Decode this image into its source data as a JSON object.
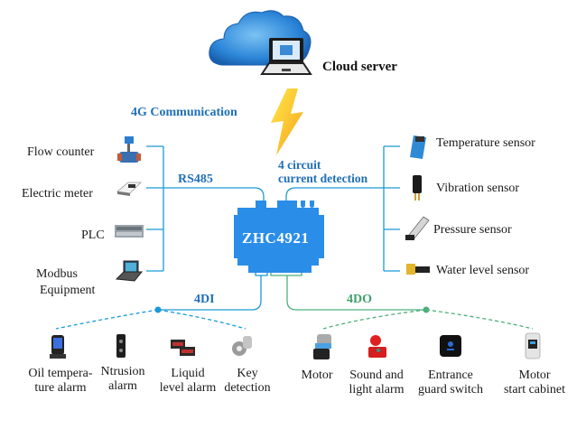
{
  "cloud": {
    "label": "Cloud server",
    "icon": "cloud-laptop-icon"
  },
  "link": {
    "label": "4G Communication",
    "icon": "lightning-icon"
  },
  "device": {
    "name": "ZHC4921",
    "color": "#2a8de8"
  },
  "rs485": {
    "label": "RS485",
    "items": [
      {
        "label": "Flow counter",
        "icon": "flow-counter-icon"
      },
      {
        "label": "Electric meter",
        "icon": "electric-meter-icon"
      },
      {
        "label": "PLC",
        "icon": "plc-icon"
      },
      {
        "label_line1": "Modbus",
        "label_line2": "Equipment",
        "icon": "modbus-equipment-icon"
      }
    ]
  },
  "current": {
    "label_line1": "4 circuit",
    "label_line2": "current detection",
    "items": [
      {
        "label": "Temperature sensor",
        "icon": "temperature-sensor-icon"
      },
      {
        "label": "Vibration sensor",
        "icon": "vibration-sensor-icon"
      },
      {
        "label": "Pressure sensor",
        "icon": "pressure-sensor-icon"
      },
      {
        "label": "Water level sensor",
        "icon": "water-level-sensor-icon"
      }
    ]
  },
  "di": {
    "label": "4DI",
    "items": [
      {
        "line1": "Oil tempera-",
        "line2": "ture alarm",
        "icon": "oil-temperature-alarm-icon"
      },
      {
        "line1": "Ntrusion",
        "line2": "alarm",
        "icon": "intrusion-alarm-icon"
      },
      {
        "line1": "Liquid",
        "line2": "level alarm",
        "icon": "liquid-level-alarm-icon"
      },
      {
        "line1": "Key",
        "line2": "detection",
        "icon": "key-detection-icon"
      }
    ]
  },
  "do": {
    "label": "4DO",
    "items": [
      {
        "line1": "Motor",
        "line2": "",
        "icon": "motor-icon"
      },
      {
        "line1": "Sound and",
        "line2": "light alarm",
        "icon": "sound-light-alarm-icon"
      },
      {
        "line1": "Entrance",
        "line2": "guard switch",
        "icon": "entrance-guard-switch-icon"
      },
      {
        "line1": "Motor",
        "line2": "start cabinet",
        "icon": "motor-start-cabinet-icon"
      }
    ]
  },
  "colors": {
    "blue_line": "#1a9ad8",
    "green_line": "#4cb07a",
    "title_blue": "#1f6fb8"
  }
}
